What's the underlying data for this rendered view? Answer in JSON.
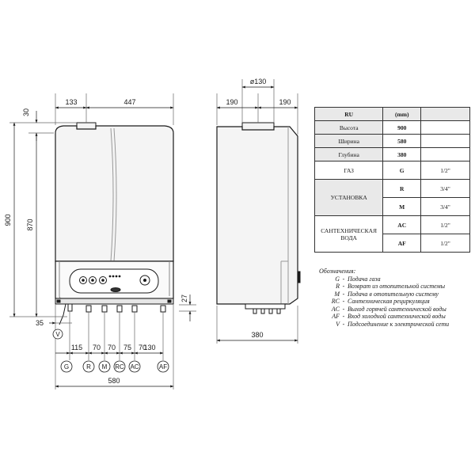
{
  "front_view": {
    "dims_top": [
      "133",
      "447"
    ],
    "dims_left": [
      "30",
      "900",
      "870",
      "35"
    ],
    "dim_right": "27",
    "dims_bottom": [
      "115",
      "70",
      "70",
      "75",
      "70",
      "130"
    ],
    "dim_total": "580",
    "connections": [
      "G",
      "R",
      "M",
      "RC",
      "AC",
      "AF"
    ],
    "power_connection": "V"
  },
  "side_view": {
    "dim_diameter": "ø130",
    "dims_top": [
      "190",
      "190"
    ],
    "dim_depth": "380"
  },
  "spec_table": {
    "header": {
      "label": "RU",
      "code": "(mm)",
      "value": ""
    },
    "dimension_rows": [
      {
        "label": "Высота",
        "code": "900"
      },
      {
        "label": "Ширина",
        "code": "580"
      },
      {
        "label": "Глубина",
        "code": "380"
      }
    ],
    "gas": {
      "label": "ГАЗ",
      "code": "G",
      "value": "1/2\""
    },
    "installation": {
      "label": "УСТАНОВКА",
      "rows": [
        {
          "code": "R",
          "value": "3/4\""
        },
        {
          "code": "M",
          "value": "3/4\""
        }
      ]
    },
    "sanitary": {
      "label_line1": "САНТЕХНИЧЕСКАЯ",
      "label_line2": "ВОДА",
      "rows": [
        {
          "code": "AC",
          "value": "1/2\""
        },
        {
          "code": "AF",
          "value": "1/2\""
        }
      ]
    }
  },
  "legend": {
    "title": "Обозначения:",
    "items": [
      {
        "code": "G",
        "dash": "-",
        "text": "Подача газа"
      },
      {
        "code": "R",
        "dash": "-",
        "text": "Возврат из отопительной системы"
      },
      {
        "code": "M",
        "dash": "-",
        "text": "Подача в отопительную систему"
      },
      {
        "code": "RC",
        "dash": "-",
        "text": "Сантехническая рециркуляция"
      },
      {
        "code": "AC",
        "dash": "-",
        "text": "Выход горячей сантехнической воды"
      },
      {
        "code": "AF",
        "dash": "-",
        "text": "Вход холодной сантехнической воды"
      },
      {
        "code": "V",
        "dash": "-",
        "text": "Подсоединение к электрической сети"
      }
    ]
  }
}
